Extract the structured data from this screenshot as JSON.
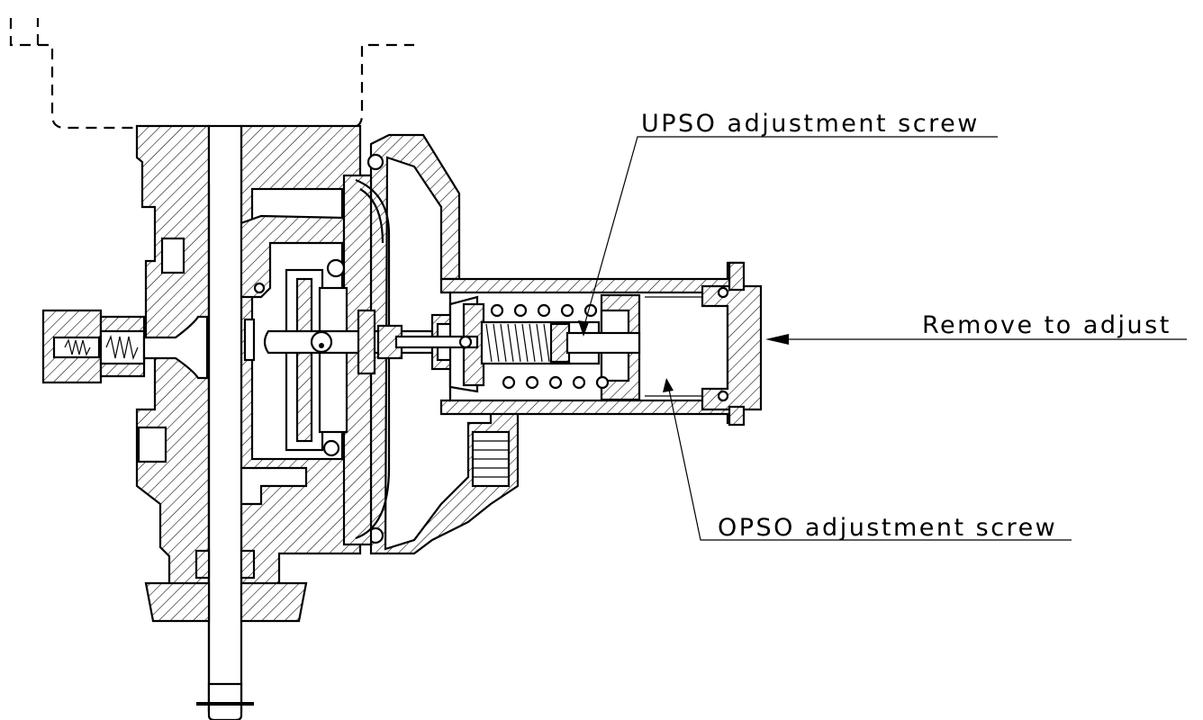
{
  "diagram": {
    "labels": {
      "upso": "UPSO adjustment screw",
      "remove": "Remove to adjust",
      "opso": "OPSO adjustment screw"
    }
  }
}
